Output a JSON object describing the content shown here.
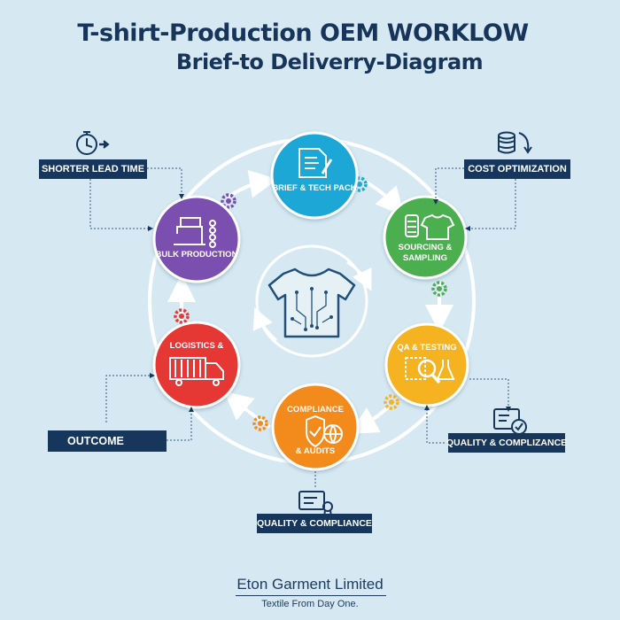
{
  "title": {
    "line1": "T-shirt-Production OEM WORKLOW",
    "line2": "Brief-to Deliverry-Diagram"
  },
  "stages": [
    {
      "key": "brief",
      "label1": "BRIEF & TECH PACK",
      "label2": "",
      "icon": "document-pen-icon",
      "color": "#1ea7d6"
    },
    {
      "key": "sourcing",
      "label1": "SOURCING &",
      "label2": "SAMPLING",
      "icon": "thread-shirt-icon",
      "color": "#4caf50"
    },
    {
      "key": "qa",
      "label1": "QA & TESTING",
      "label2": "",
      "icon": "magnifier-flask-icon",
      "color": "#f5b321"
    },
    {
      "key": "compliance",
      "label1": "COMPLIANCE",
      "label2": "& AUDITS",
      "icon": "shield-globe-icon",
      "color": "#f28a1e"
    },
    {
      "key": "logistics",
      "label1": "LOGISTICS &",
      "label2": "",
      "icon": "truck-icon",
      "color": "#e53935"
    },
    {
      "key": "bulk",
      "label1": "BULK PRODUCTION",
      "label2": "",
      "icon": "sewing-machine-icon",
      "color": "#7a4fb0"
    }
  ],
  "callouts": {
    "shorter_lead_time": "SHORTER LEAD TIME",
    "cost_optimization": "COST OPTIMIZATION",
    "outcome": "OUTCOME",
    "quality_right": "QUALITY & COMPLIZANCE",
    "quality_bottom": "QUALITY & COMPLIANCE"
  },
  "footer": {
    "company": "Eton Garment Limited",
    "tagline": "Textile From Day One."
  },
  "colors": {
    "navy": "#17365c",
    "background": "#d6e9f2",
    "gear_purple": "#7a4fb0",
    "gear_teal": "#1ea7d6",
    "gear_green": "#4caf50",
    "gear_red": "#e53935",
    "gear_orange": "#f28a1e"
  }
}
